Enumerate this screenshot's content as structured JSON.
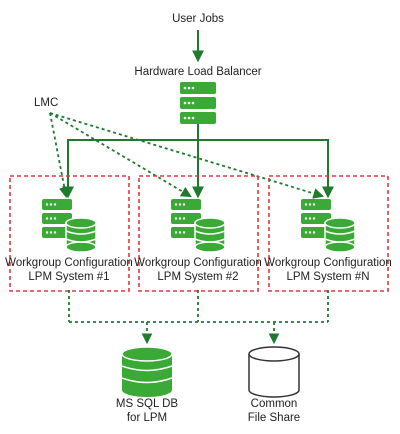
{
  "labels": {
    "user_jobs": "User Jobs",
    "load_balancer": "Hardware Load Balancer",
    "lmc": "LMC",
    "sql_db_line1": "MS SQL DB",
    "sql_db_line2": "for LPM",
    "file_share_line1": "Common",
    "file_share_line2": "File Share"
  },
  "systems": [
    {
      "line1": "Workgroup Configuration",
      "line2": "LPM System #1"
    },
    {
      "line1": "Workgroup Configuration",
      "line2": "LPM System #2"
    },
    {
      "line1": "Workgroup Configuration",
      "line2": "LPM System #N"
    }
  ],
  "colors": {
    "green": "#3aa935",
    "dark_green": "#1f7a2e",
    "red": "#e0393e",
    "text": "#222222"
  },
  "icons": {
    "server": "server-stack-icon",
    "database": "database-icon"
  }
}
